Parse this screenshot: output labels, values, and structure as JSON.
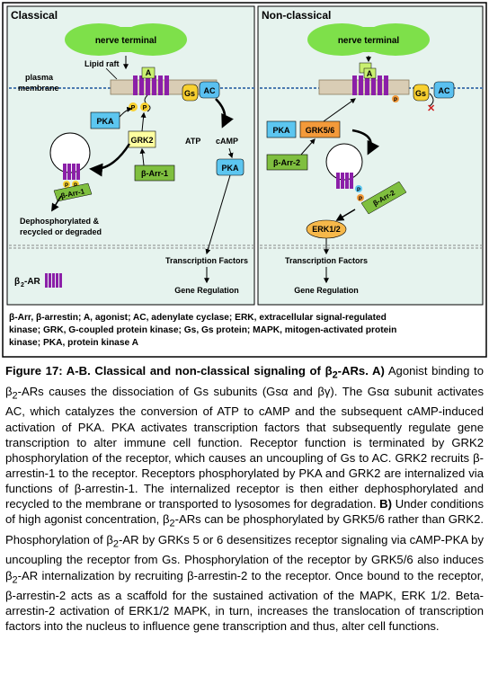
{
  "panels": {
    "classical": {
      "title": "Classical",
      "nerve_terminal": "nerve terminal",
      "lipid_raft": "Lipid raft",
      "plasma_membrane_line1": "plasma",
      "plasma_membrane_line2": "membrane",
      "agonist": "A",
      "gs": "Gs",
      "ac": "AC",
      "pka_top": "PKA",
      "grk2": "GRK2",
      "p": "P",
      "atp": "ATP",
      "camp": "cAMP",
      "pka_right": "PKA",
      "barr1_box": "β-Arr-1",
      "barr1_vesicle": "β-Arr-1",
      "fate_line1": "Dephosphorylated &",
      "fate_line2": "recycled or degraded",
      "tf": "Transcription Factors",
      "gene": "Gene Regulation",
      "legend_b2ar": "β",
      "legend_sub": "2",
      "legend_rest": "-AR"
    },
    "nonclassical": {
      "title": "Non-classical",
      "nerve_terminal": "nerve terminal",
      "agonist": "A",
      "gs": "Gs",
      "ac": "AC",
      "pka": "PKA",
      "grk56": "GRK5/6",
      "barr2_box": "β-Arr-2",
      "barr2_vesicle": "β-Arr-2",
      "p": "P",
      "erk": "ERK1/2",
      "tf": "Transcription Factors",
      "gene": "Gene Regulation"
    },
    "abbreviations": {
      "line1": "β-Arr, β-arrestin; A, agonist; AC, adenylate cyclase; ERK, extracellular signal-regulated",
      "line2": "kinase; GRK, G-coupled protein kinase; Gs, Gs protein; MAPK, mitogen-activated protein",
      "line3": "kinase; PKA, protein kinase A"
    }
  },
  "caption": {
    "label": "Figure 17: A-B. Classical and non-classical signaling of β",
    "label_sub": "2",
    "label_end": "-ARs. A)",
    "p1": "Agonist binding to β",
    "p1_sub": "2",
    "p1_rest": "-ARs causes the dissociation of Gs subunits (Gsα and βγ). The Gsα subunit activates AC, which catalyzes the conversion of ATP to cAMP and the subsequent cAMP-induced activation of PKA. PKA activates transcription factors that subsequently regulate gene transcription to alter immune cell function. Receptor function is terminated by GRK2 phosphorylation of the receptor, which causes an uncoupling of Gs to AC. GRK2 recruits β-arrestin-1 to the receptor. Receptors phosphorylated by PKA and GRK2 are internalized via functions of β-arrestin-1. The internalized receptor is then either dephosphorylated and recycled to the membrane or transported to lysosomes for degradation.",
    "b_label": "B)",
    "p2a": "Under conditions of high agonist concentration, β",
    "p2a_sub": "2",
    "p2b": "-ARs can be phosphorylated by GRK5/6 rather than GRK2. Phosphorylation of β",
    "p2b_sub": "2",
    "p2c": "-AR by GRKs 5 or 6 desensitizes receptor signaling via cAMP-PKA by uncoupling the receptor from Gs. Phosphorylation of the receptor by GRK5/6 also induces β",
    "p2c_sub": "2",
    "p2d": "-AR internalization by recruiting β-arrestin-2 to the receptor. Once bound to the receptor, β-arrestin-2 acts as a scaffold for the sustained activation of the MAPK, ERK 1/2. Beta-arrestin-2 activation of ERK1/2 MAPK, in turn, increases the translocation of transcription factors into the nucleus to influence gene transcription and thus, alter cell functions."
  },
  "colors": {
    "panel_bg": "#e6f3ee",
    "nerve": "#7ee04a",
    "receptor": "#8b1fa8",
    "pka_box": "#5cc6f0",
    "grk2_box": "#ffffa0",
    "grk56_box": "#f39a3a",
    "barr_box": "#7fbf3f",
    "gs": "#f8d030",
    "ac": "#5ac0f0",
    "erk": "#f6b84a",
    "membrane": "#4d7bb0"
  }
}
